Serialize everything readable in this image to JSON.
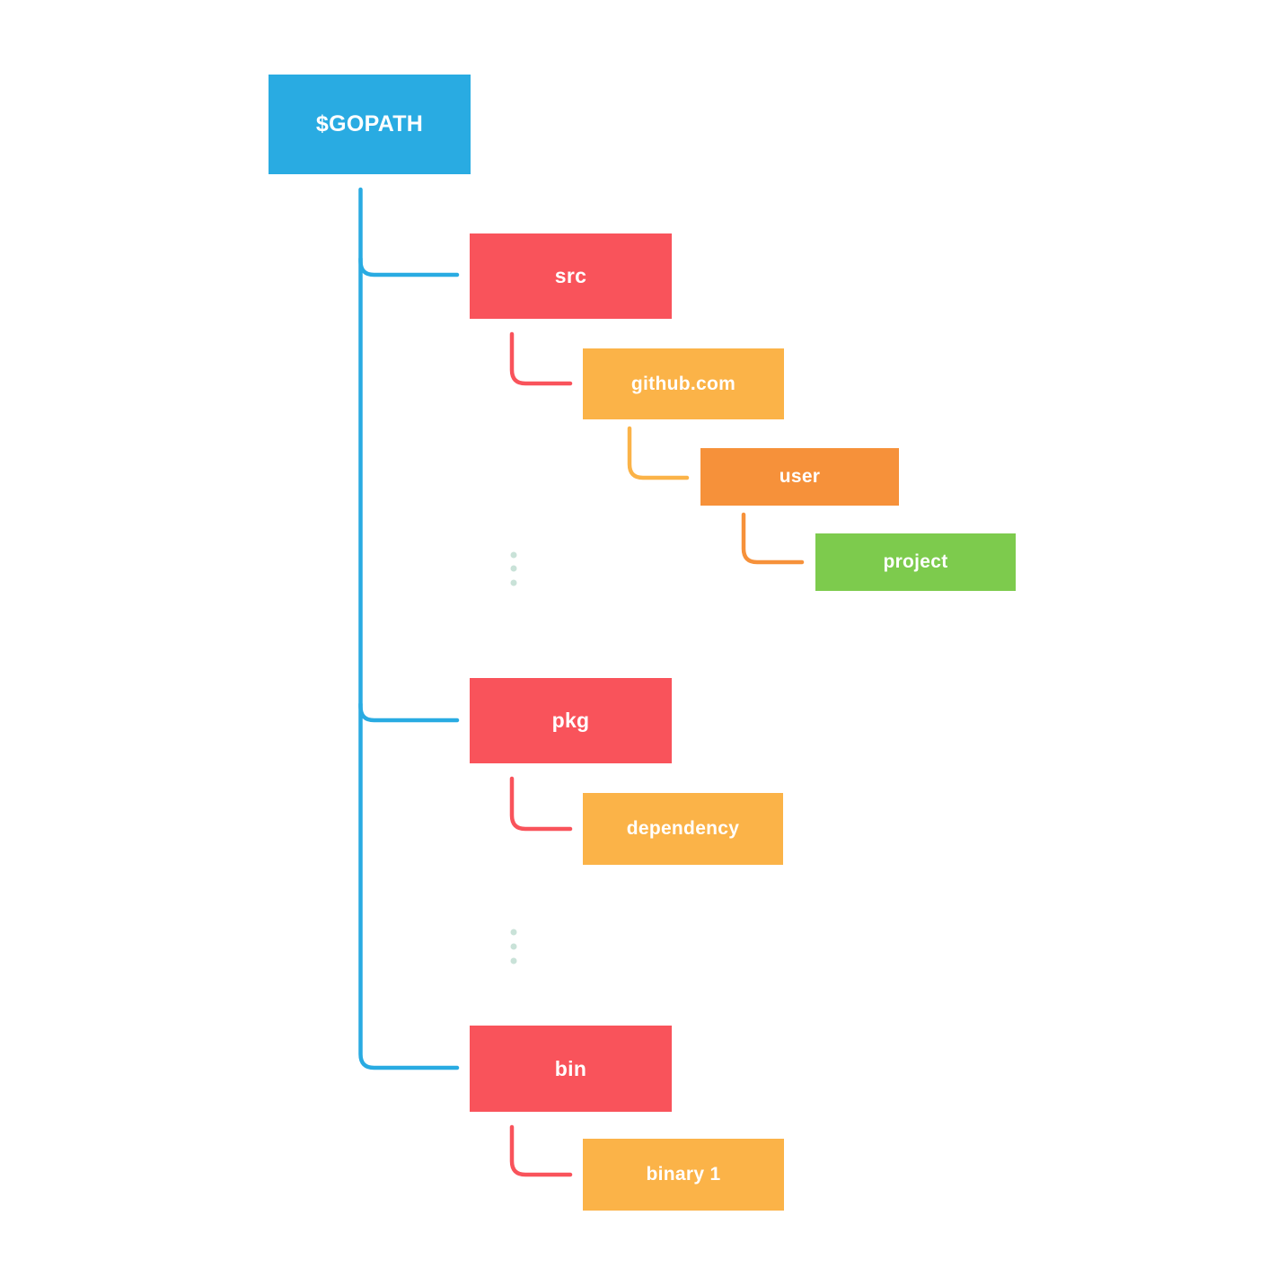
{
  "palette": {
    "root_blue": "#29abe2",
    "level1_red": "#f9535b",
    "level2_orange": "#fbb348",
    "level3_dark_orange": "#f6913a",
    "level4_green": "#7dcb4d",
    "ellipsis_dot": "#c9e2d8",
    "label_text": "#ffffff",
    "background": "#ffffff"
  },
  "nodes": {
    "gopath": {
      "label": "$GOPATH",
      "color": "#29abe2"
    },
    "src": {
      "label": "src",
      "color": "#f9535b"
    },
    "github": {
      "label": "github.com",
      "color": "#fbb348"
    },
    "user": {
      "label": "user",
      "color": "#f6913a"
    },
    "project": {
      "label": "project",
      "color": "#7dcb4d"
    },
    "pkg": {
      "label": "pkg",
      "color": "#f9535b"
    },
    "dependency": {
      "label": "dependency",
      "color": "#fbb348"
    },
    "bin": {
      "label": "bin",
      "color": "#f9535b"
    },
    "binary1": {
      "label": "binary 1",
      "color": "#fbb348"
    }
  },
  "hierarchy": {
    "root": "$GOPATH",
    "children": [
      {
        "label": "src",
        "children": [
          {
            "label": "github.com",
            "children": [
              {
                "label": "user",
                "children": [
                  {
                    "label": "project"
                  }
                ]
              }
            ]
          },
          {
            "label": "…"
          }
        ]
      },
      {
        "label": "pkg",
        "children": [
          {
            "label": "dependency"
          },
          {
            "label": "…"
          }
        ]
      },
      {
        "label": "bin",
        "children": [
          {
            "label": "binary 1"
          }
        ]
      }
    ]
  }
}
